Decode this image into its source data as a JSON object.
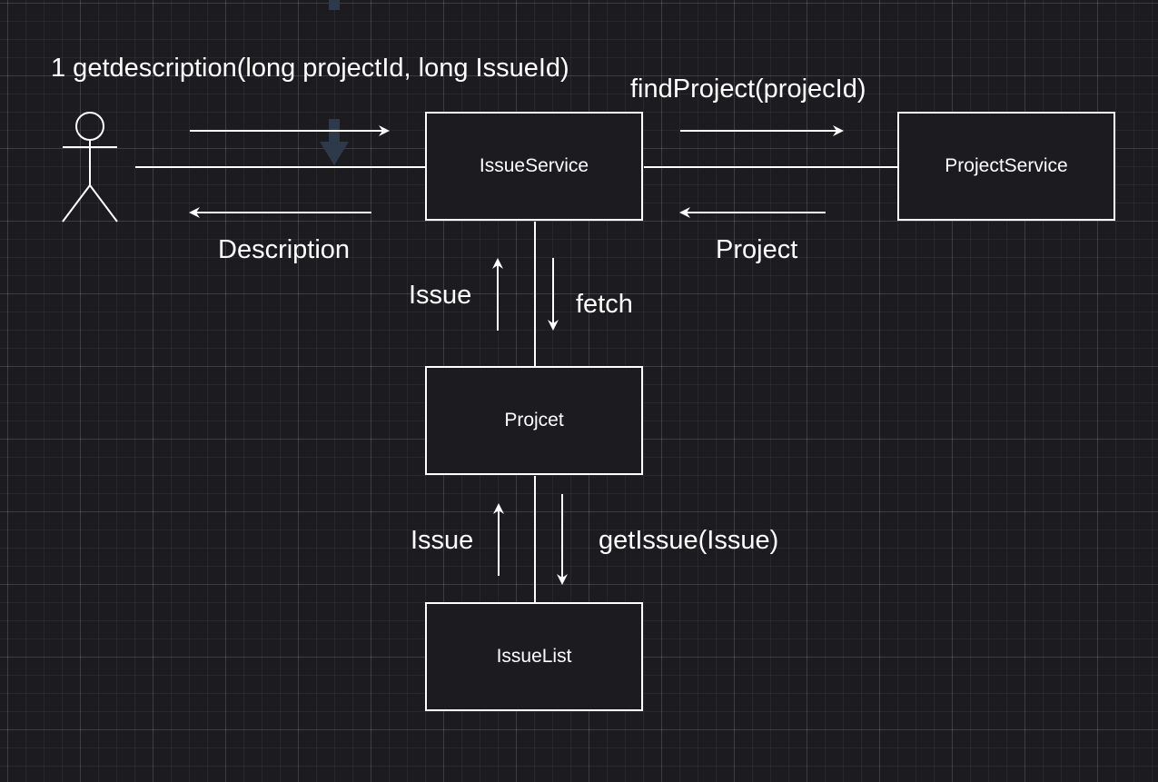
{
  "diagram": {
    "actor_icon": "stick-figure-actor-icon",
    "nodes": {
      "issue_service": "IssueService",
      "project_service": "ProjectService",
      "project": "Projcet",
      "issue_list": "IssueList"
    },
    "messages": {
      "get_description": "1 getdescription(long projectId, long IssueId)",
      "description": "Description",
      "find_project": "findProject(projecId)",
      "project_return": "Project",
      "issue_from_project": "Issue",
      "fetch": "fetch",
      "issue_from_list": "Issue",
      "get_issue": "getIssue(Issue)"
    },
    "colors": {
      "background": "#1c1b20",
      "stroke": "#ffffff",
      "ghost_arrow": "#2e3a4a"
    }
  }
}
